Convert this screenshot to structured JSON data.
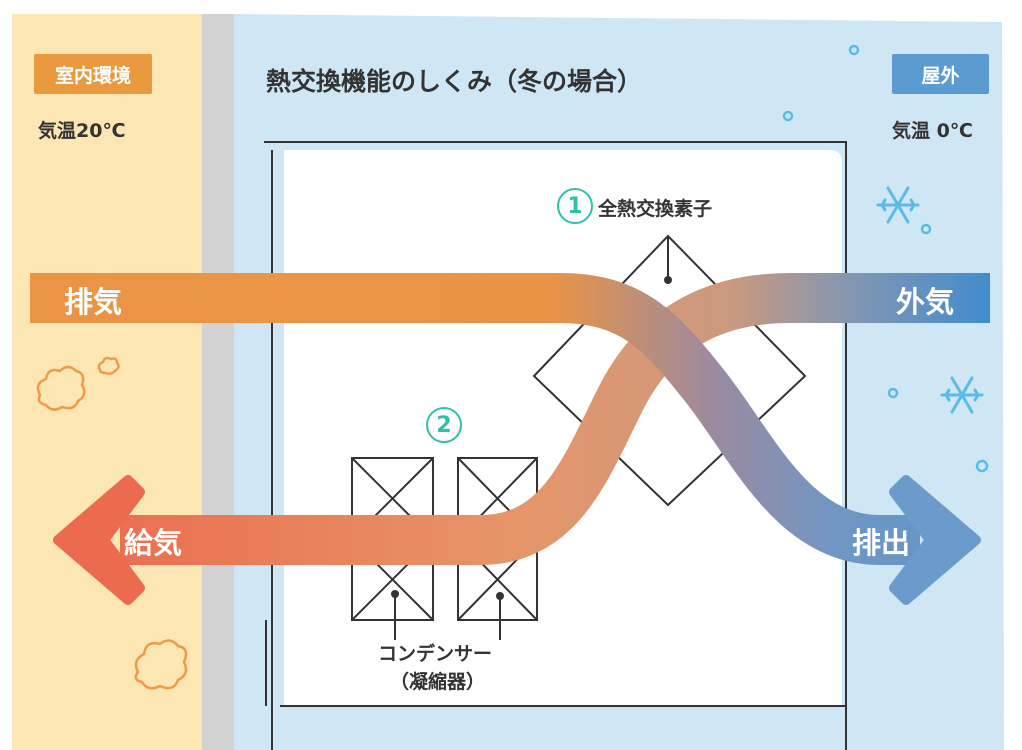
{
  "title": "熱交換機能のしくみ（冬の場合）",
  "indoor": {
    "badge": "室内環境",
    "temperature": "気温20℃"
  },
  "outdoor": {
    "badge": "屋外",
    "temperature": "気温 0℃"
  },
  "flows": {
    "exhaust_in": "排気",
    "outside_air": "外気",
    "supply": "給気",
    "discharge": "排出"
  },
  "components": {
    "heat_exchanger": {
      "number": "1",
      "label": "全熱交換素子"
    },
    "condenser": {
      "number": "2",
      "label_line1": "コンデンサー",
      "label_line2": "（凝縮器）"
    }
  },
  "colors": {
    "indoor_bg": "#fbe6b4",
    "outdoor_bg": "#cfe7f5",
    "warm": "#ea9546",
    "warm_red": "#ec6a4e",
    "cool": "#4f8fcc",
    "accent_teal": "#2fc1a6",
    "indoor_badge": "#e99a3f",
    "outdoor_badge": "#5b9bd1"
  }
}
